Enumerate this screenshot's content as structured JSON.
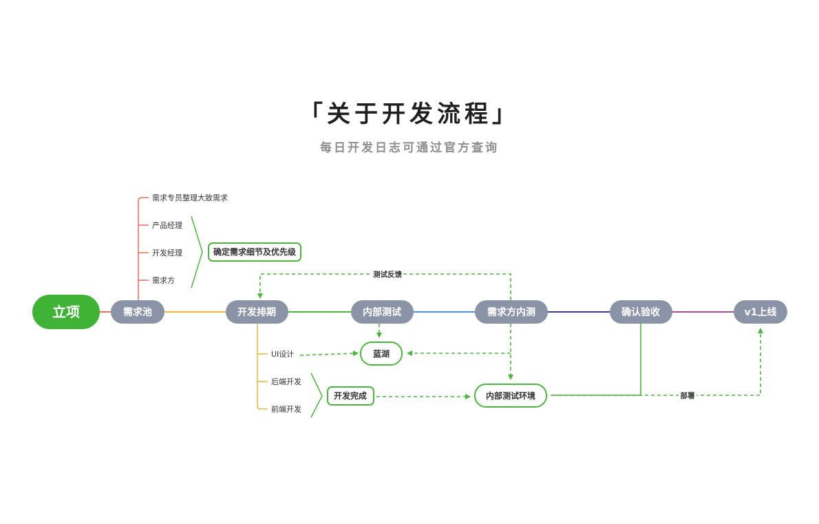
{
  "header": {
    "title": "「关于开发流程」",
    "subtitle": "每日开发日志可通过官方查询"
  },
  "colors": {
    "start_green": "#3fb336",
    "node_gray": "#8b93a6",
    "green_line": "#4cb53d",
    "orange_line": "#f3b33a",
    "red_line": "#ea6d5b",
    "blue_line": "#4a8fd8",
    "navy_line": "#3a3d8f",
    "purple_line": "#a34d8e"
  },
  "main_flow": {
    "start": "立项",
    "steps": [
      "需求池",
      "开发排期",
      "内部测试",
      "需求方内测",
      "确认验收",
      "v1上线"
    ]
  },
  "requirement_pool": {
    "items": [
      "需求专员整理大致需求",
      "产品经理",
      "开发经理",
      "需求方"
    ],
    "outcome": "确定需求细节及优先级"
  },
  "dev_schedule": {
    "items": [
      "UI设计",
      "后端开发",
      "前端开发"
    ],
    "outcome": "开发完成"
  },
  "boxes": {
    "lanhu": "蓝湖",
    "internal_env": "内部测试环境"
  },
  "labels": {
    "feedback": "测试反馈",
    "deploy": "部署"
  }
}
